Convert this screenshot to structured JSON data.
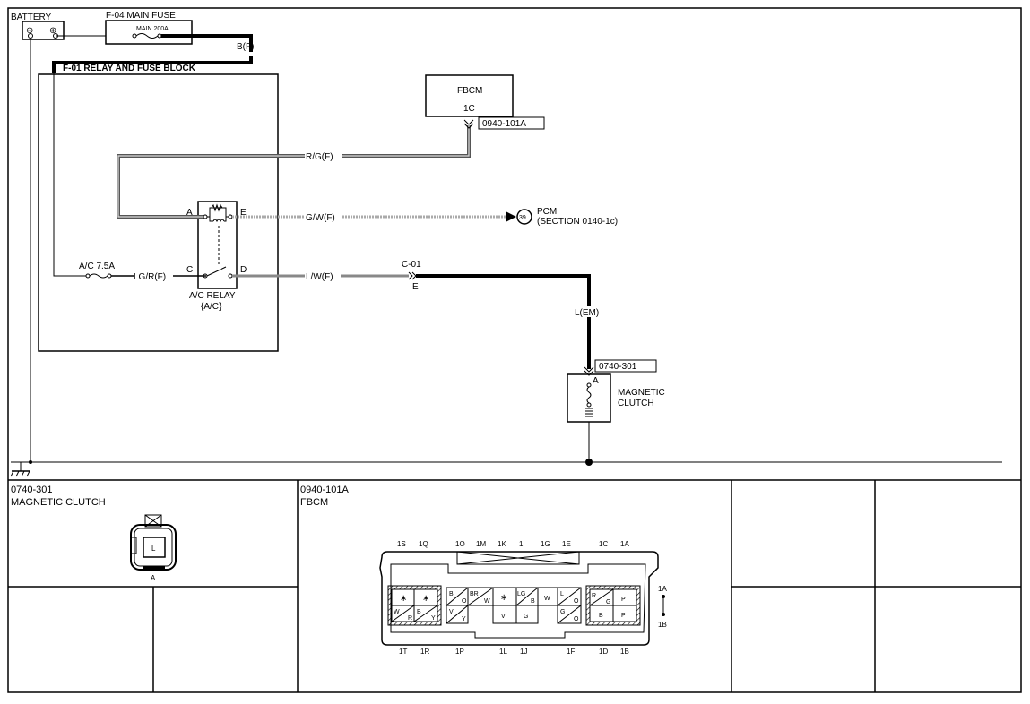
{
  "top": {
    "battery": "BATTERY",
    "main_fuse_title": "F-04  MAIN FUSE",
    "main_fuse_value": "MAIN 200A",
    "bf": "B(F)",
    "relay_block": "F-01  RELAY AND FUSE BLOCK",
    "fbcm": "FBCM",
    "fbcm_pin": "1C",
    "fbcm_conn": "0940-101A",
    "wire_rg": "R/G(F)",
    "wire_gw": "G/W(F)",
    "wire_lw": "L/W(F)",
    "wire_lgr": "LG/R(F)",
    "fuse_ac": "A/C 7.5A",
    "relay_a": "A",
    "relay_e": "E",
    "relay_c": "C",
    "relay_d": "D",
    "relay_name": "A/C RELAY",
    "relay_sub": "{A/C}",
    "pcm_ref": "39",
    "pcm": "PCM",
    "pcm_section": "(SECTION 0140-1c)",
    "c01": "C-01",
    "c01_pin": "E",
    "wire_lem": "L(EM)",
    "clutch_conn": "0740-301",
    "clutch_pin": "A",
    "clutch_name_1": "MAGNETIC",
    "clutch_name_2": "CLUTCH",
    "battery_minus": "⊖",
    "battery_plus": "⊕"
  },
  "bottom": {
    "left_code": "0740-301",
    "left_name": "MAGNETIC CLUTCH",
    "left_face": "L",
    "left_pin": "A",
    "mid_code": "0940-101A",
    "mid_name": "FBCM",
    "top_pins": [
      "1S",
      "1Q",
      "1O",
      "1M",
      "1K",
      "1I",
      "1G",
      "1E",
      "1C",
      "1A"
    ],
    "bottom_pins": [
      "1T",
      "1R",
      "1P",
      "1L",
      "1J",
      "1F",
      "1D",
      "1B"
    ],
    "side_top": "1A",
    "side_bottom": "1B",
    "cells": {
      "star": "∗",
      "w": "W",
      "r": "R",
      "b": "B",
      "y": "Y",
      "o": "O",
      "v": "V",
      "br": "BR",
      "g": "G",
      "lg": "LG",
      "l": "L",
      "p": "P"
    }
  }
}
